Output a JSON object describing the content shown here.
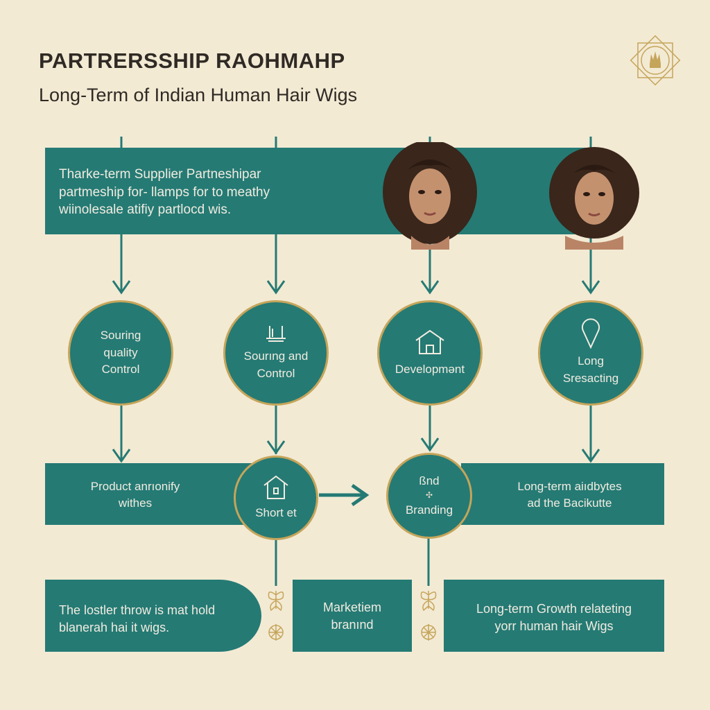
{
  "header": {
    "title": "PARTRERSSHIP RAOHMAHP",
    "subtitle": "Long-Term of Indian Human Hair Wigs"
  },
  "top_band": {
    "lines": [
      "Tharke-term Supplier Partneshipar",
      "partmeship for- llamps for to meathy",
      "wiinolesale atiﬁy partlocd wis."
    ]
  },
  "circles": [
    {
      "lines": [
        "Souring",
        "quality",
        "Control"
      ]
    },
    {
      "icon": "pillar-icon",
      "lines": [
        "Sourıng and",
        "Control"
      ]
    },
    {
      "icon": "house-icon",
      "lines": [
        "Developmənt"
      ]
    },
    {
      "icon": "drop-icon",
      "lines": [
        "Long",
        "Sresacting"
      ]
    }
  ],
  "middle": {
    "left_lines": [
      "Product anrıonify",
      "withes"
    ],
    "circle_left": {
      "icon": "house-icon",
      "label": "Short et"
    },
    "circle_right": {
      "lines": [
        "ßnd",
        "Branding"
      ]
    },
    "right_lines": [
      "Long-term aiıdbytes",
      "ad the Bacikutte"
    ]
  },
  "bottom": {
    "left_lines": [
      "The lostler throw is mat hold",
      "blanerah hai it wigs."
    ],
    "center_lines": [
      "Marketiem",
      "branınd"
    ],
    "right_lines": [
      "Long-term Growth relateting",
      "yorr human hair Wigs"
    ]
  },
  "colors": {
    "teal": "#257a74",
    "gold": "#c5a55a",
    "background": "#f3ead4"
  }
}
